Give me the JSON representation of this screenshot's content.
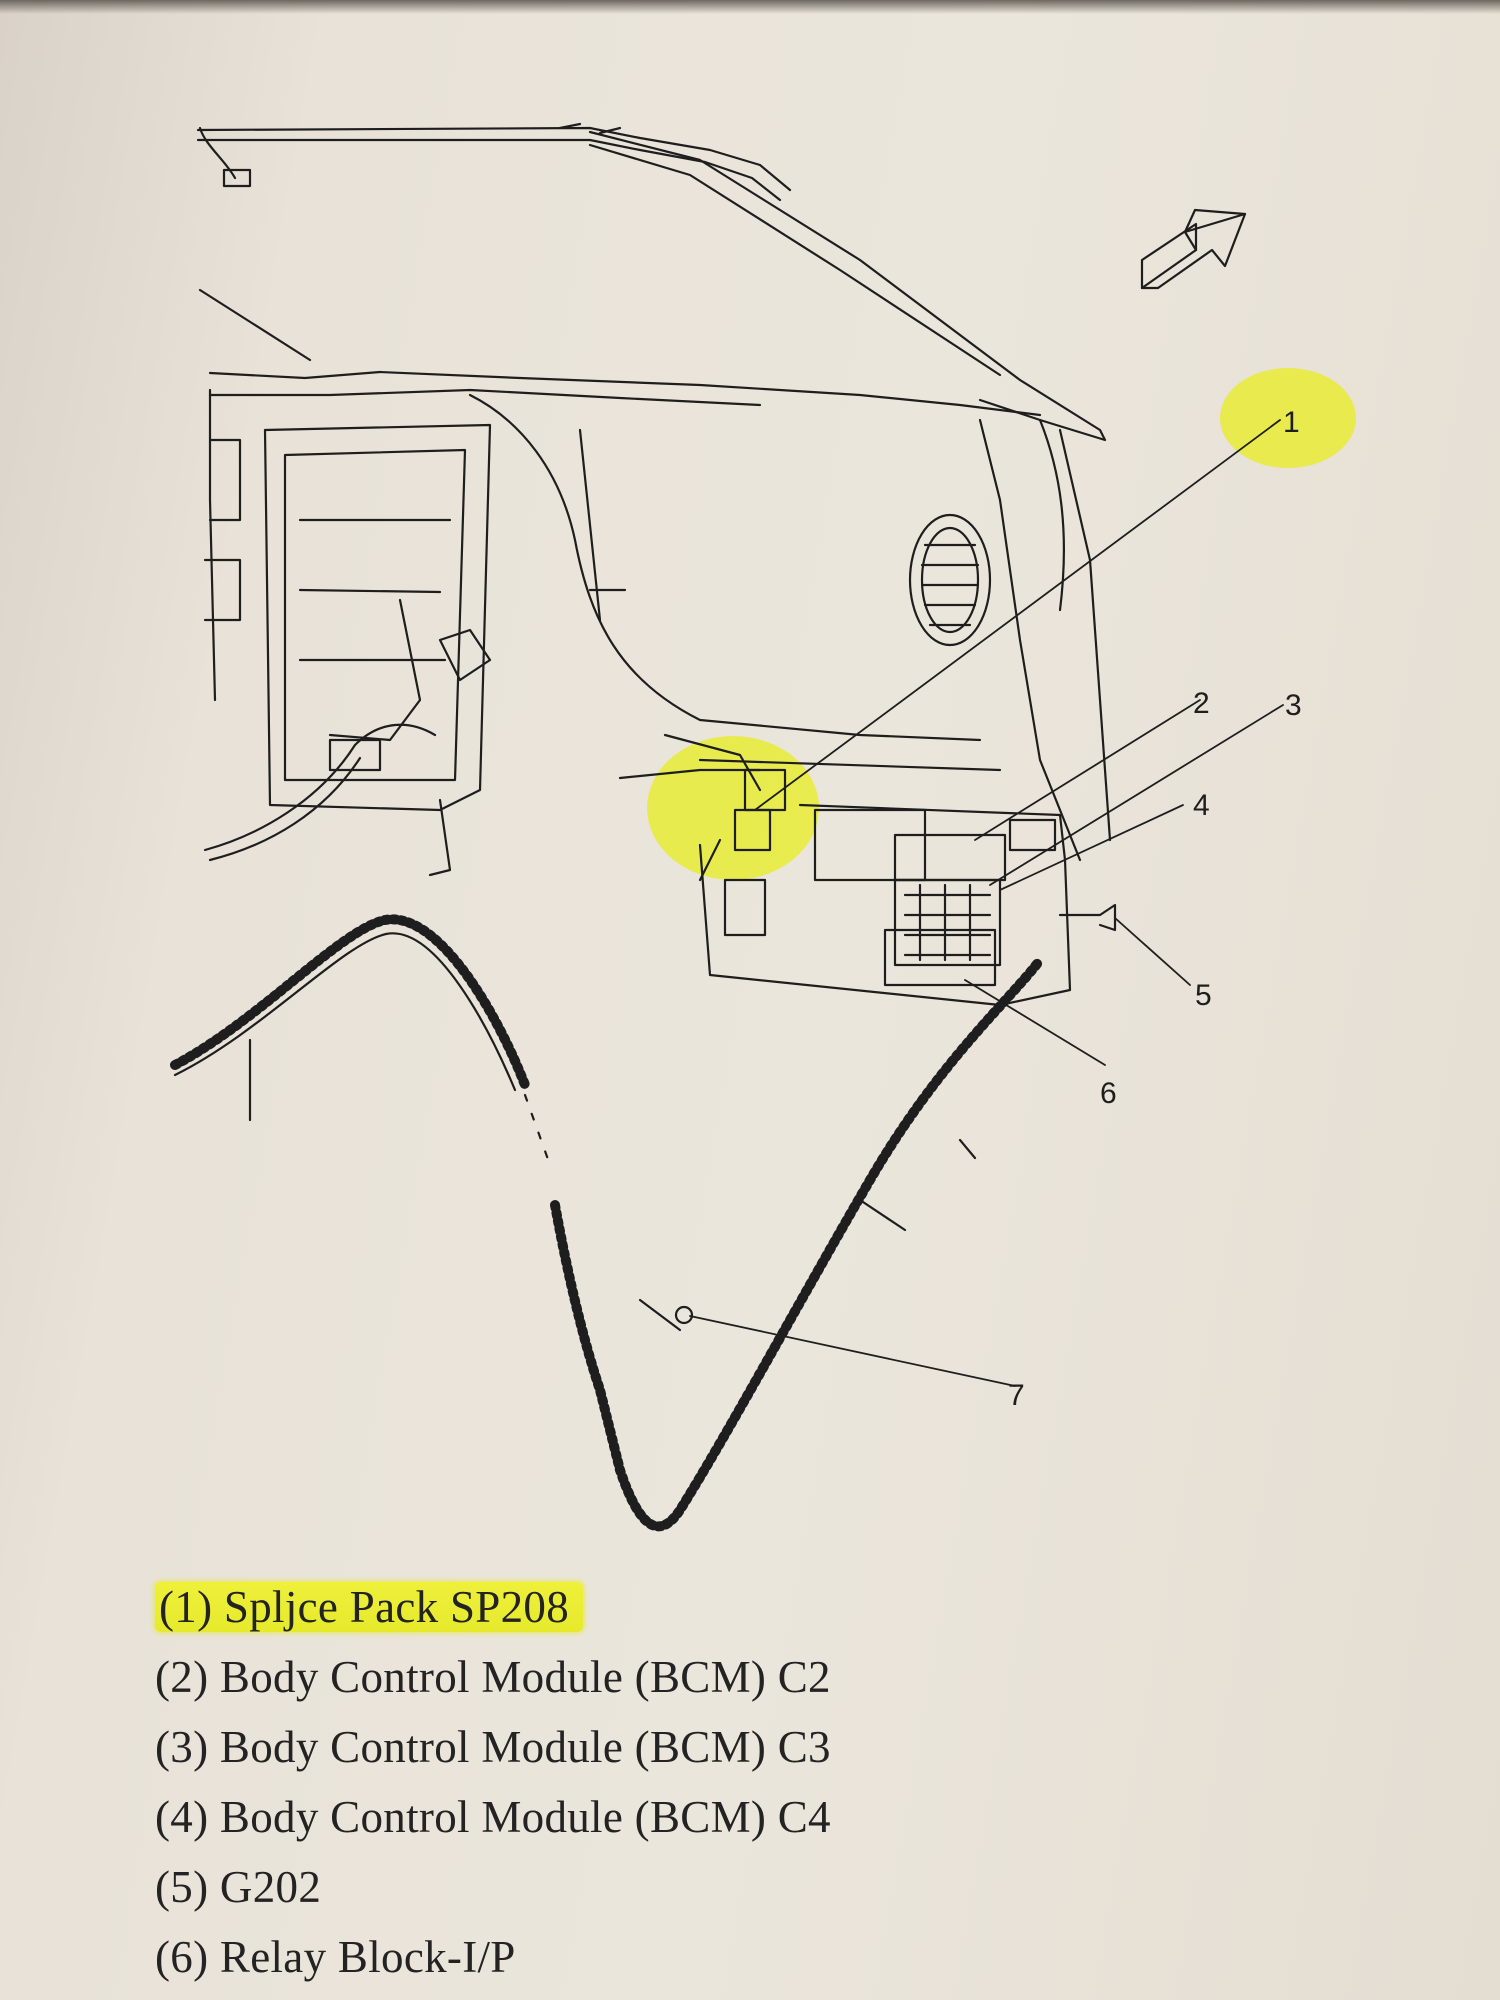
{
  "callouts": [
    "1",
    "2",
    "3",
    "4",
    "5",
    "6",
    "7"
  ],
  "legend": [
    "(1) Spljce Pack SP208",
    "(2) Body Control Module (BCM) C2",
    "(3) Body Control Module (BCM) C3",
    "(4) Body Control Module (BCM) C4",
    "(5) G202",
    "(6) Relay Block-I/P"
  ],
  "colors": {
    "paper": "#e9e4da",
    "ink": "#1e1e1e",
    "highlight": "#e8ec2e"
  },
  "icons": [
    "direction-arrow-icon"
  ]
}
